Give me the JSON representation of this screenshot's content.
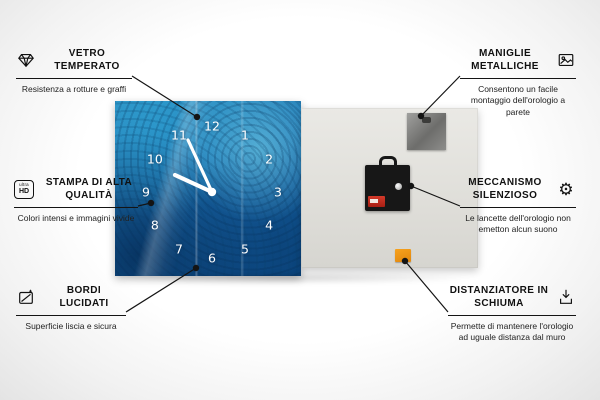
{
  "callouts": {
    "left": [
      {
        "title": "VETRO TEMPERATO",
        "desc": "Resistenza a rotture e graffi",
        "icon": "diamond-icon"
      },
      {
        "title": "STAMPA DI ALTA QUALITÀ",
        "desc": "Colori intensi e immagini vivide",
        "icon": "ultra-hd-icon"
      },
      {
        "title": "BORDI LUCIDATI",
        "desc": "Superficie liscia e sicura",
        "icon": "polished-edge-icon"
      }
    ],
    "right": [
      {
        "title": "MANIGLIE METALLICHE",
        "desc": "Consentono un facile montaggio dell'orologio a parete",
        "icon": "picture-frame-icon"
      },
      {
        "title": "MECCANISMO SILENZIOSO",
        "desc": "Le lancette dell'orologio non emetton alcun suono",
        "icon": "gear-icon"
      },
      {
        "title": "DISTANZIATORE IN SCHIUMA",
        "desc": "Permette di mantenere l'orologio ad uguale distanza dal muro",
        "icon": "foam-spacer-icon"
      }
    ]
  },
  "icons": {
    "gear_glyph": "⚙",
    "ultra_hd_line1": "ultra",
    "ultra_hd_line2": "HD"
  },
  "clock": {
    "numbers": [
      "12",
      "1",
      "2",
      "3",
      "4",
      "5",
      "6",
      "7",
      "8",
      "9",
      "10",
      "11"
    ]
  },
  "colors": {
    "front_blue": "#1f6fb0",
    "foam_orange": "#f29414",
    "battery_red": "#c23322",
    "line_black": "#141414"
  }
}
